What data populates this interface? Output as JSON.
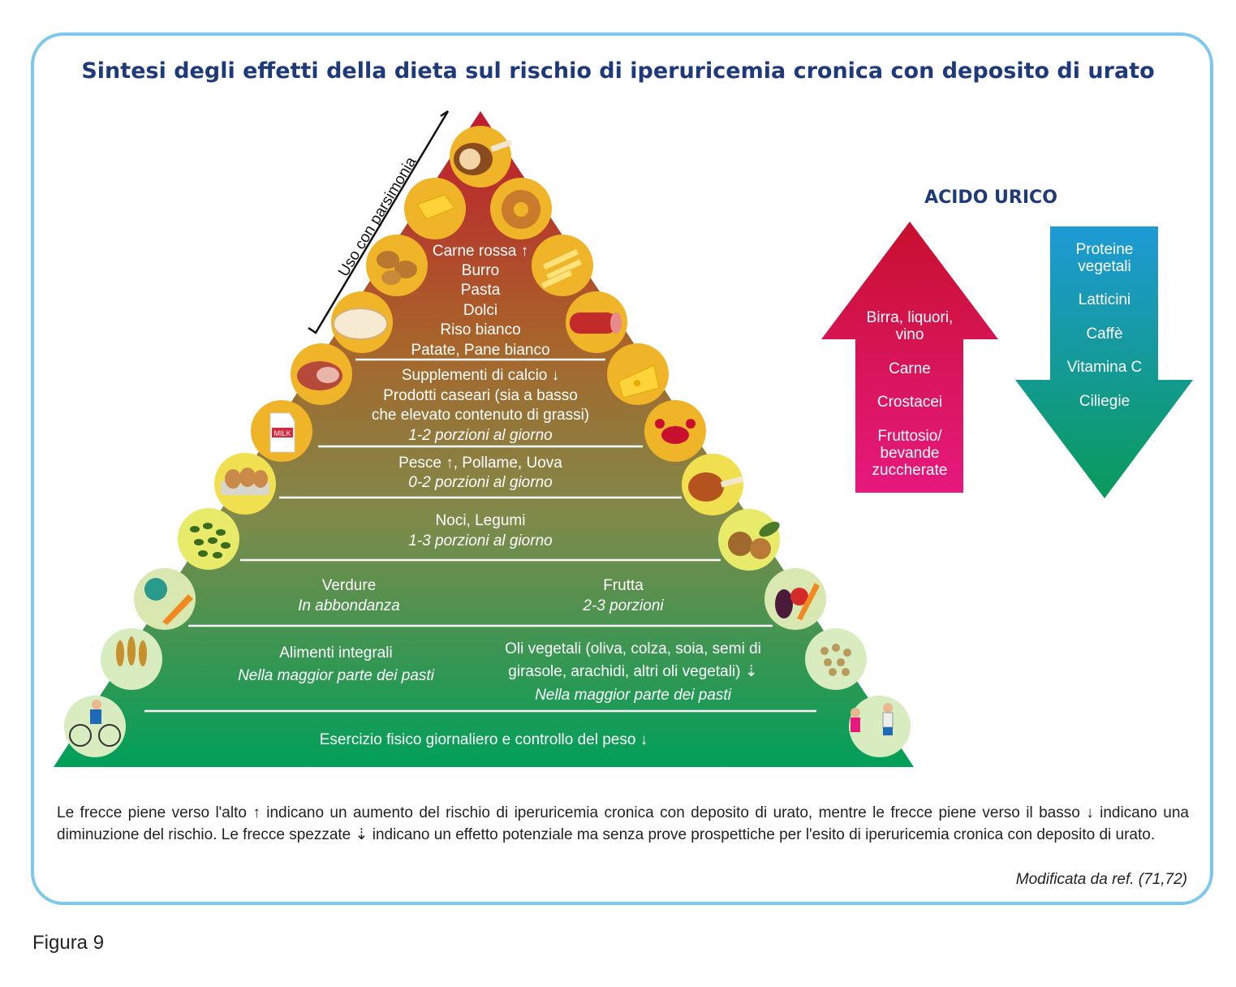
{
  "title": "Sintesi degli effetti della dieta sul rischio di iperuricemia cronica con deposito di urato",
  "bracket_label": "Uso con parsimonia",
  "tiers": {
    "top": [
      "Carne rossa ↑",
      "Burro",
      "Pasta",
      "Dolci",
      "Riso bianco",
      "Patate, Pane bianco"
    ],
    "dairy": [
      "Supplementi di calcio ↓",
      "Prodotti caseari (sia a basso",
      "che elevato contenuto di grassi)"
    ],
    "dairy_portion": "1-2 porzioni al giorno",
    "protein": "Pesce ↑, Pollame, Uova",
    "protein_portion": "0-2 porzioni al giorno",
    "nuts": "Noci, Legumi",
    "nuts_portion": "1-3 porzioni al giorno",
    "veg": "Verdure",
    "veg_portion": "In abbondanza",
    "fruit": "Frutta",
    "fruit_portion": "2-3 porzioni",
    "grains": "Alimenti integrali",
    "grains_portion": "Nella maggior parte dei pasti",
    "oils": [
      "Oli vegetali (oliva, colza, soia, semi di",
      "girasole, arachidi, altri oli vegetali) ⇣"
    ],
    "oils_portion": "Nella maggior parte dei pasti",
    "base": "Esercizio fisico giornaliero e controllo del peso ↓"
  },
  "uric_acid": {
    "heading": "ACIDO URICO",
    "up_items": [
      [
        "Birra, liquori,",
        "vino"
      ],
      [
        "Carne"
      ],
      [
        "Crostacei"
      ],
      [
        "Fruttosio/",
        "bevande",
        "zuccherate"
      ]
    ],
    "down_items": [
      [
        "Proteine",
        "vegetali"
      ],
      [
        "Latticini"
      ],
      [
        "Caffè"
      ],
      [
        "Vitamina C"
      ],
      [
        "Ciliegie"
      ]
    ]
  },
  "icons": {
    "milk_label": "MILK",
    "left": [
      "ham-icon",
      "butter-icon",
      "potatoes-icon",
      "bread-icon",
      "meat-icon",
      "milk-carton-icon",
      "eggs-icon",
      "legumes-icon",
      "vegetables-icon",
      "wheat-icon",
      "cyclist-icon"
    ],
    "right": [
      "donut-icon",
      "pasta-icon",
      "salami-icon",
      "cheese-icon",
      "crab-icon",
      "chicken-leg-icon",
      "walnuts-icon",
      "fruit-veg-icon",
      "seeds-icon",
      "runners-icon"
    ]
  },
  "caption": "Le frecce piene verso l'alto ↑  indicano un aumento del rischio di iperuricemia cronica con deposito di urato, mentre le frecce piene verso il basso  ↓  indicano una diminuzione del rischio. Le frecce spezzate ⇣ indicano un effetto potenziale ma senza prove prospettiche per l'esito di iperuricemia cronica con deposito di urato.",
  "reference": "Modificata da ref. (71,72)",
  "figure_label": "Figura 9",
  "colors": {
    "frame": "#7cc8ee",
    "title": "#1f3a7a",
    "pyramid_top": "#c0192e",
    "pyramid_bottom": "#00a05a",
    "up_arrow_top": "#c8102e",
    "up_arrow_bottom": "#e6197f",
    "down_arrow_top": "#1e9ad6",
    "down_arrow_bottom": "#0a9a5a"
  }
}
